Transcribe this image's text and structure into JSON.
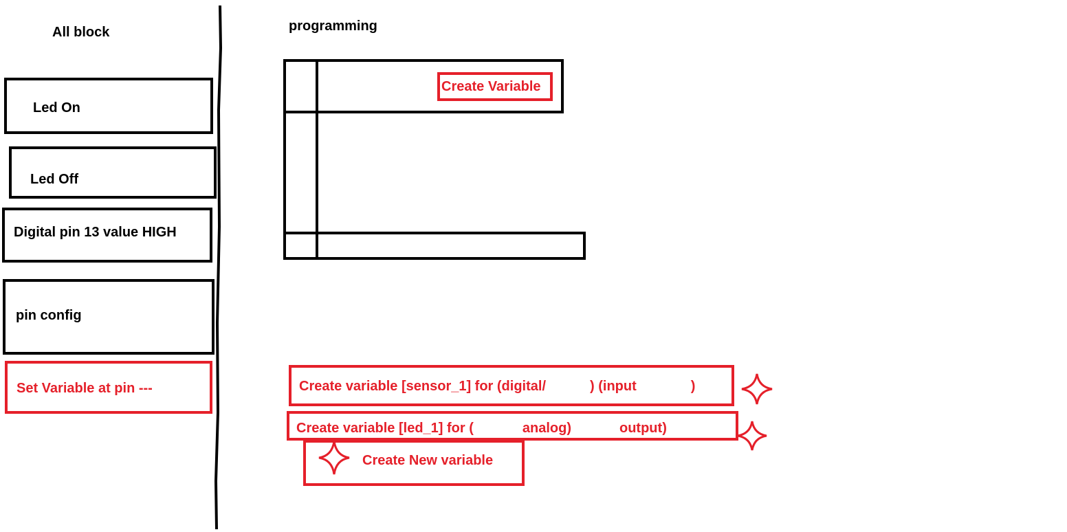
{
  "palette": {
    "block_title": "All block",
    "blocks": [
      {
        "label": "Led On"
      },
      {
        "label": "Led Off"
      },
      {
        "label": "Digital pin 13 value HIGH"
      },
      {
        "label": "pin config"
      },
      {
        "label": "Set Variable at pin ---"
      }
    ]
  },
  "workspace": {
    "title": "programming",
    "c_block": {
      "header_label": "Create Variable"
    },
    "variable_blocks": [
      {
        "label_prefix": "Create variable [sensor_1] for (digital/",
        "label_mid": ") (input",
        "label_end": ")"
      },
      {
        "label_prefix": "Create variable [led_1] for (",
        "label_mid": "analog)",
        "label_end": "output)"
      }
    ],
    "new_variable_button": "Create New variable"
  },
  "colors": {
    "outline": "#000000",
    "highlight": "#e5202a",
    "background": "#ffffff"
  },
  "icons": [
    "sparkle-icon",
    "sparkle-icon",
    "sparkle-icon"
  ]
}
